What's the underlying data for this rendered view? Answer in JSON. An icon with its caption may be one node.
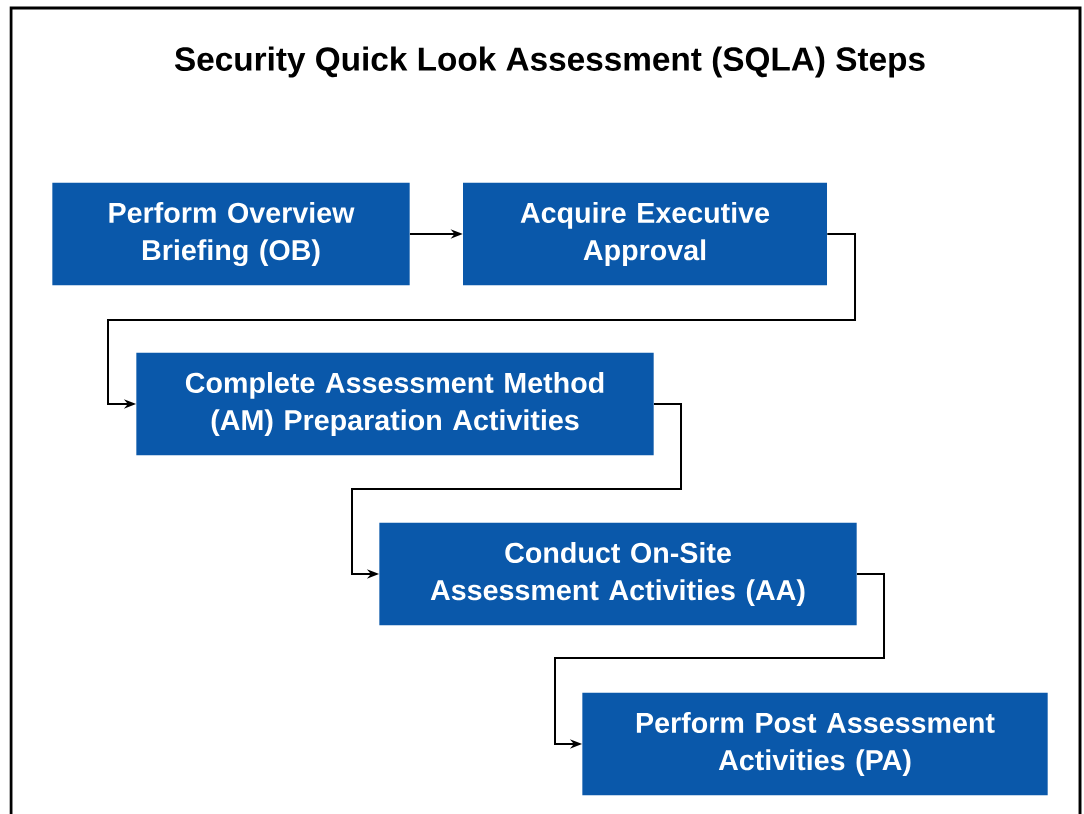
{
  "diagram": {
    "title": "Security Quick Look Assessment (SQLA) Steps",
    "nodes": [
      {
        "text": [
          "Perform Overview Briefing (OB)"
        ]
      },
      {
        "text": [
          "Acquire Executive Approval"
        ]
      },
      {
        "text": [
          "Complete Assessment Method (AM) Preparation Activities"
        ]
      },
      {
        "text": [
          "Conduct On-Site Assessment Activities (AA)"
        ]
      },
      {
        "text": [
          "Perform Post Assessment Activities (PA)"
        ]
      }
    ],
    "edges": [
      {
        "from": 0,
        "to": 1,
        "arrow": "to"
      },
      {
        "from": 1,
        "to": 2,
        "arrow": "to"
      },
      {
        "from": 2,
        "to": 3,
        "arrow": "to"
      },
      {
        "from": 3,
        "to": 4,
        "arrow": "to"
      }
    ]
  }
}
